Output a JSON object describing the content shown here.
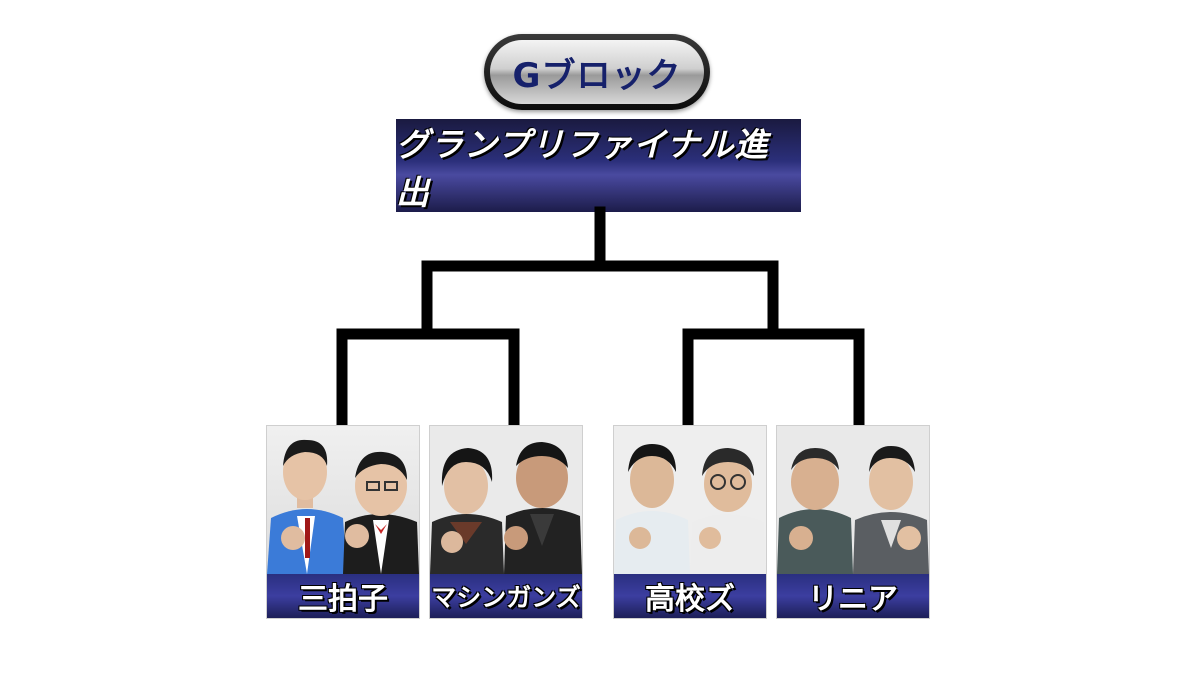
{
  "block_label": "Gブロック",
  "final_label": "グランプリファイナル進出",
  "teams": [
    {
      "name": "三拍子",
      "jacket_left": "#3b7bd8",
      "jacket_right": "#1d1d1d"
    },
    {
      "name": "マシンガンズ",
      "jacket_left": "#2a2a2a",
      "jacket_right": "#222222"
    },
    {
      "name": "高校ズ",
      "jacket_left": "#e6ecf0",
      "jacket_right": "#ededed"
    },
    {
      "name": "リニア",
      "jacket_left": "#4a5a5a",
      "jacket_right": "#5a5e62"
    }
  ],
  "colors": {
    "banner": "#2b2f7a",
    "bracket_line": "#000000",
    "pill_text": "#16216b"
  }
}
